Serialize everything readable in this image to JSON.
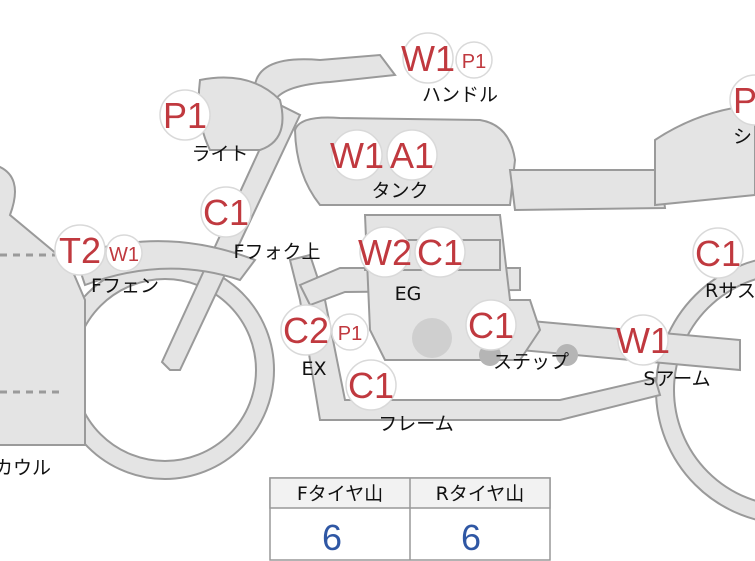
{
  "colors": {
    "code_text": "#c0393f",
    "value_text": "#2f57a4",
    "body_fill": "#e4e4e4",
    "outline": "#9a9a9a"
  },
  "parts": {
    "handlebar": {
      "label": "ハンドル",
      "codes": [
        "W1",
        "P1"
      ]
    },
    "light": {
      "label": "ライト",
      "codes": [
        "P1"
      ]
    },
    "tank": {
      "label": "タンク",
      "codes": [
        "W1",
        "A1"
      ]
    },
    "front_fork_upper": {
      "label": "Fフォク上",
      "codes": [
        "C1"
      ]
    },
    "front_fender": {
      "label": "Fフェン",
      "codes": [
        "T2",
        "W1"
      ]
    },
    "engine": {
      "label": "EG",
      "codes": [
        "W2",
        "C1"
      ]
    },
    "exhaust": {
      "label": "EX",
      "codes": [
        "C2",
        "P1"
      ]
    },
    "step": {
      "label": "ステップ",
      "codes": [
        "C1"
      ]
    },
    "frame": {
      "label": "フレーム",
      "codes": [
        "C1"
      ]
    },
    "swing_arm": {
      "label": "Sアーム",
      "codes": [
        "W1"
      ]
    },
    "rear_suspension": {
      "label": "Rサス",
      "codes": [
        "C1"
      ]
    },
    "seat": {
      "label": "シ",
      "codes": [
        "P"
      ]
    },
    "cowl": {
      "label": "カウル"
    }
  },
  "tire_table": {
    "headers": [
      "Fタイヤ山",
      "Rタイヤ山"
    ],
    "values": [
      "6",
      "6"
    ]
  }
}
